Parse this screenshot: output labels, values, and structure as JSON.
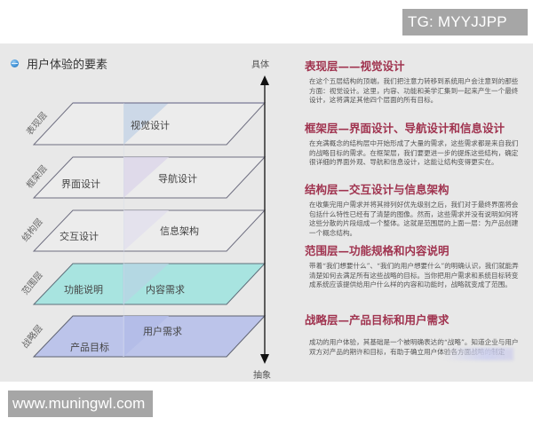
{
  "watermarks": {
    "top": "TG: MYYJJPP",
    "bottom": "www.muningwl.com"
  },
  "slide": {
    "title": "用户体验的要素",
    "bullet_icon": "blue-circle-bullet-icon",
    "axis": {
      "top_label": "具体",
      "bottom_label": "抽象"
    },
    "layers": [
      {
        "name": "表现层",
        "cells": [
          "视觉设计"
        ],
        "fill": "#ececec"
      },
      {
        "name": "框架层",
        "cells": [
          "界面设计",
          "导航设计"
        ],
        "fill": "#ececec"
      },
      {
        "name": "结构层",
        "cells": [
          "交互设计",
          "信息架构"
        ],
        "fill": "#ececec"
      },
      {
        "name": "范围层",
        "cells": [
          "功能说明",
          "内容需求"
        ],
        "fill": "#a8e4e0"
      },
      {
        "name": "战略层",
        "cells": [
          "产品目标",
          "用户需求"
        ],
        "fill": "#bcc4ea"
      }
    ],
    "sections": [
      {
        "heading": "表现层——视觉设计",
        "body": "在这个五层结构的顶端，我们把注意力转移到系统用户会注意到的那些方面：视觉设计。这里，内容、功能和美学汇集到一起来产生一个最终设计，这将满足其他四个层面的所有目标。"
      },
      {
        "heading": "框架层—界面设计、导航设计和信息设计",
        "body": "在充满概念的结构层中开始形成了大量的需求，这些需求都是来自我们的战略目标的需求。在框架层，我们要更进一步的提炼这些结构，确定很详细的界面外观、导航和信息设计，这能让结构变得更实在。"
      },
      {
        "heading": "结构层—交互设计与信息架构",
        "body": "在收集完用户需求并将其排列好优先级别之后，我们对于最终界面将会包括什么特性已经有了清楚的图像。然而，这些需求并没有说明如何将这些分散的片段组成一个整体。这就是范围层的上面一层：为产品创建一个概念结构。"
      },
      {
        "heading": "范围层—功能规格和内容说明",
        "body": "带着“我们想要什么”、“我们的用户想要什么”的明确认识，我们就能弄清楚如何去满足所有这些战略的目标。当你把用户需求和系统目标转变成系统应该提供给用户什么样的内容和功能时，战略就变成了范围。"
      },
      {
        "heading": "战略层—产品目标和用户需求",
        "body": "成功的用户体验，其基础是一个被明确表达的“战略”。知道企业与用户双方对产品的期许和目标，有助于确立用户体验各方面战略的制定"
      }
    ]
  }
}
